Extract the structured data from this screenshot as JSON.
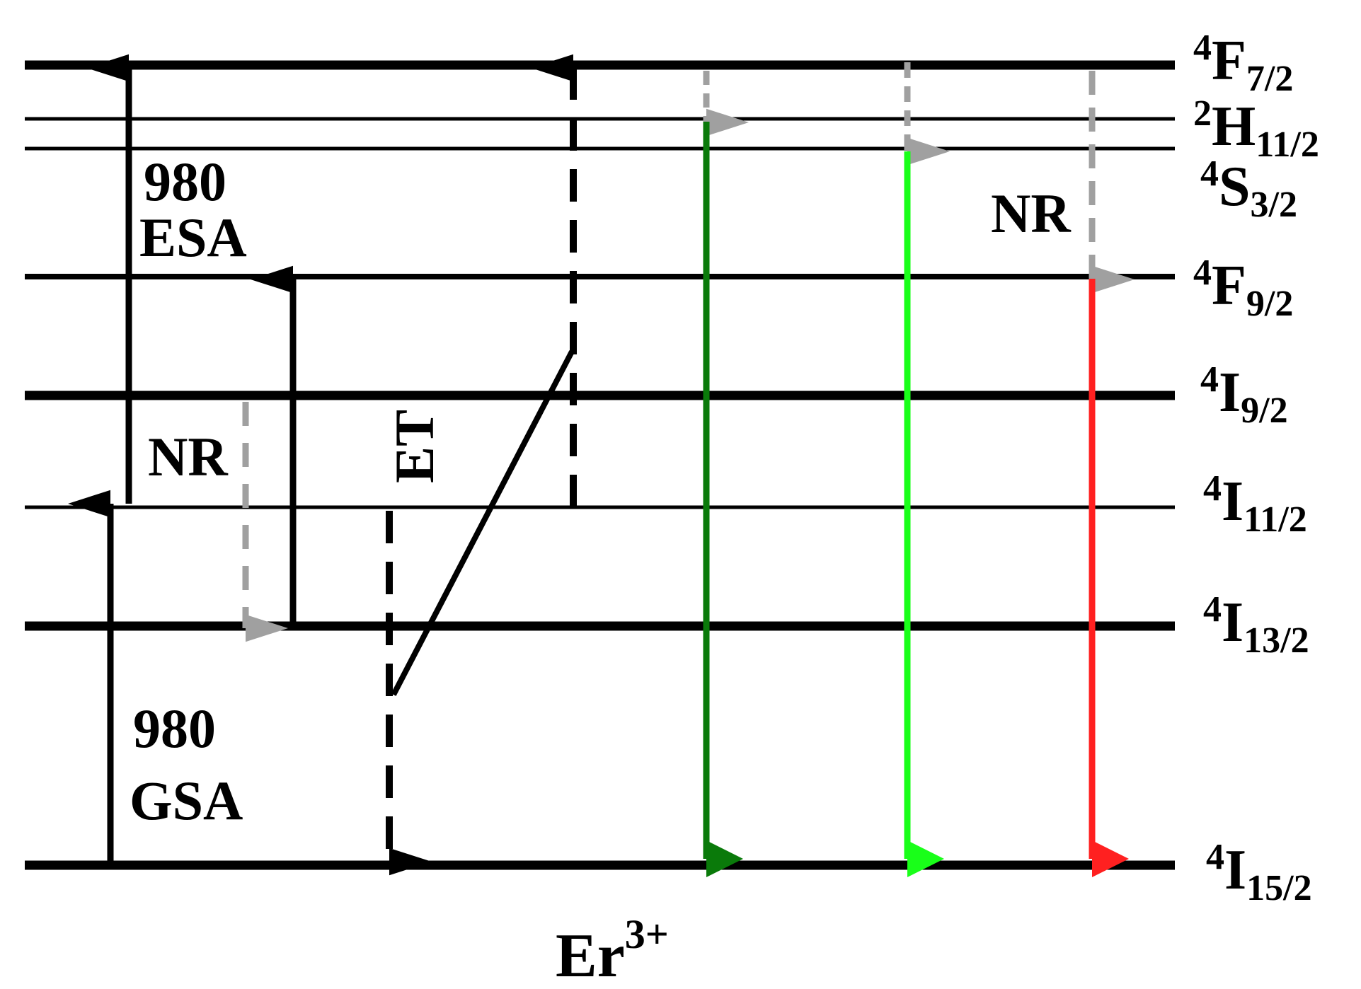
{
  "ion_label": {
    "base": "Er",
    "sup": "3+"
  },
  "levels": [
    {
      "id": "4F7/2",
      "sup": "4",
      "term": "F",
      "sub": "7/2"
    },
    {
      "id": "2H11/2",
      "sup": "2",
      "term": "H",
      "sub": "11/2"
    },
    {
      "id": "4S3/2",
      "sup": "4",
      "term": "S",
      "sub": "3/2"
    },
    {
      "id": "4F9/2",
      "sup": "4",
      "term": "F",
      "sub": "9/2"
    },
    {
      "id": "4I9/2",
      "sup": "4",
      "term": "I",
      "sub": "9/2"
    },
    {
      "id": "4I11/2",
      "sup": "4",
      "term": "I",
      "sub": "11/2"
    },
    {
      "id": "4I13/2",
      "sup": "4",
      "term": "I",
      "sub": "13/2"
    },
    {
      "id": "4I15/2",
      "sup": "4",
      "term": "I",
      "sub": "15/2"
    }
  ],
  "labels": {
    "esa_wavelength": "980",
    "esa": "ESA",
    "gsa_wavelength": "980",
    "gsa": "GSA",
    "nr_left": "NR",
    "nr_right": "NR",
    "et": "ET"
  },
  "colors": {
    "line": "#000000",
    "nonradiative": "#a0a0a0",
    "green_dark": "#0a7a0a",
    "green_light": "#19ff19",
    "red": "#ff2020"
  }
}
